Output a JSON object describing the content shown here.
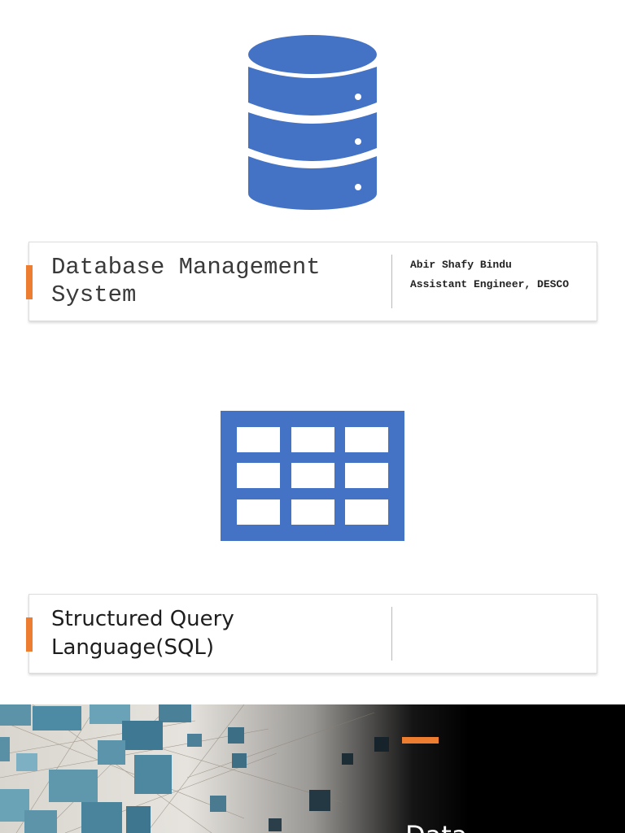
{
  "colors": {
    "icon_blue": "#4472c4",
    "accent_orange": "#ed7d31"
  },
  "icons": {
    "database": "database-icon",
    "table": "table-grid-icon"
  },
  "card1": {
    "title": "Database Management System",
    "author_name": "Abir Shafy Bindu",
    "author_role": "Assistant Engineer, DESCO"
  },
  "card2": {
    "title": "Structured Query Language(SQL)"
  },
  "banner": {
    "partial_title": "Data"
  }
}
